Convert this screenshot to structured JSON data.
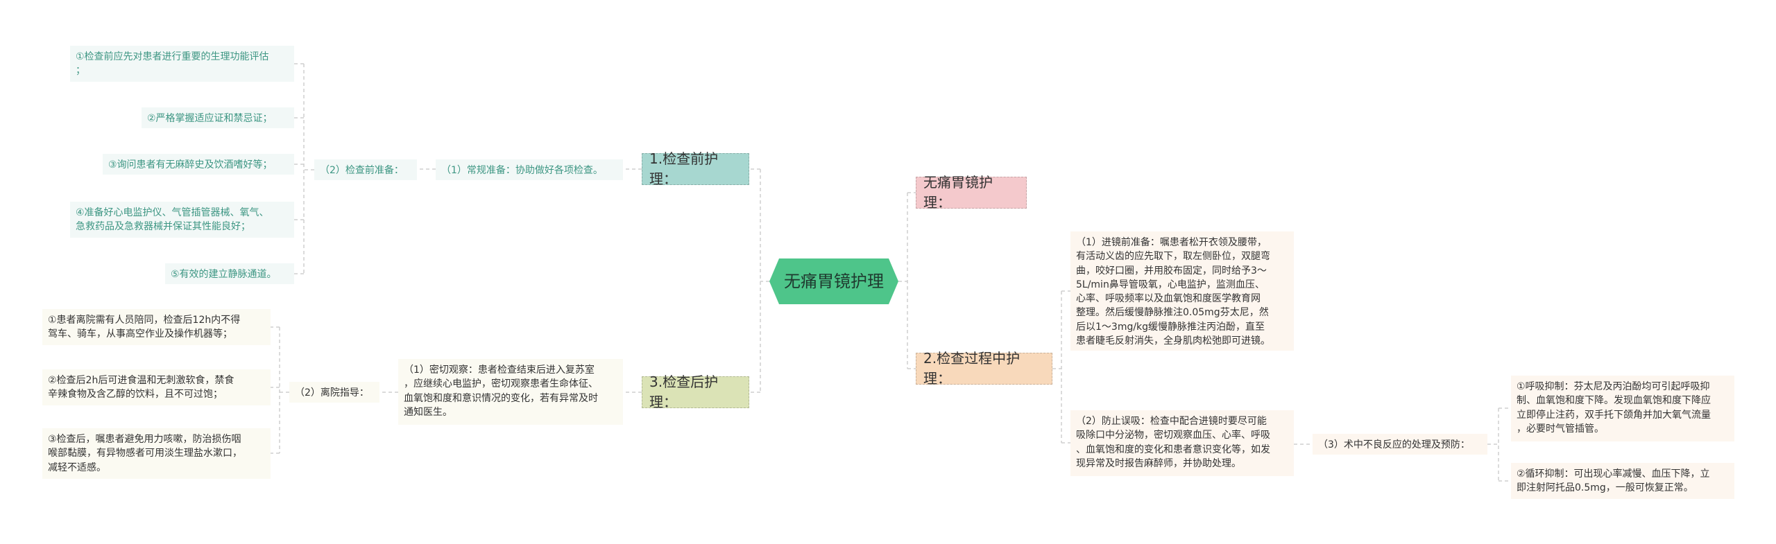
{
  "root": "无痛胃镜护理",
  "left": {
    "pre": {
      "title": "1.检查前护理：",
      "routine": "（1）常规准备：协助做好各项检查。",
      "prep": "（2）检查前准备：",
      "items": [
        "①检查前应先对患者进行重要的生理功能评估\n；",
        "②严格掌握适应证和禁忌证；",
        "③询问患者有无麻醉史及饮酒嗜好等；",
        "④准备好心电监护仪、气管插管器械、氧气、\n急救药品及急救器械并保证其性能良好；",
        "⑤有效的建立静脉通道。"
      ]
    },
    "post": {
      "title": "3.检查后护理：",
      "observe": "（1）密切观察：患者检查结束后进入复苏室\n，应继续心电监护，密切观察患者生命体征、\n血氧饱和度和意识情况的变化，若有异常及时\n通知医生。",
      "guide": "（2）离院指导：",
      "items": [
        "①患者离院需有人员陪同，检查后12h内不得\n驾车、骑车，从事高空作业及操作机器等；",
        "②检查后2h后可进食温和无刺激软食，禁食\n辛辣食物及含乙醇的饮料，且不可过饱；",
        "③检查后，嘱患者避免用力咳嗽，防治损伤咽\n喉部黏膜，有异物感者可用淡生理盐水漱口，\n减轻不适感。"
      ]
    }
  },
  "right": {
    "intro": {
      "title": "无痛胃镜护理："
    },
    "during": {
      "title": "2.检查过程中护理：",
      "entry": "（1）进镜前准备：嘱患者松开衣领及腰带，\n有活动义齿的应先取下，取左侧卧位，双腿弯\n曲，咬好口圈，并用胶布固定，同时给予3～\n5L/min鼻导管吸氧，心电监护，监测血压、\n心率、呼吸频率以及血氧饱和度医学教育网\n整理。然后缓慢静脉推注0.05mg芬太尼，然\n后以1～3mg/kg缓慢静脉推注丙泊酚，直至\n患者睫毛反射消失，全身肌肉松弛即可进镜。",
      "aspiration": "（2）防止误吸：检查中配合进镜时要尽可能\n吸除口中分泌物，密切观察血压、心率、呼吸\n、血氧饱和度的变化和患者意识变化等，如发\n现异常及时报告麻醉师，并协助处理。",
      "adverse": "（3）术中不良反应的处理及预防：",
      "items": [
        "①呼吸抑制：芬太尼及丙泊酚均可引起呼吸抑\n制、血氧饱和度下降。发现血氧饱和度下降应\n立即停止注药，双手托下颌角并加大氧气流量\n，必要时气管插管。",
        "②循环抑制：可出现心率减慢、血压下降，立\n即注射阿托品0.5mg，一般可恢复正常。"
      ]
    }
  },
  "colors": {
    "root_fill": "#4ec58a",
    "pre_fill": "#a7d7d0",
    "post_fill": "#dbe3b6",
    "intro_fill": "#f4c9cc",
    "during_fill": "#f8d9bb",
    "connector": "#cfcfcf"
  }
}
